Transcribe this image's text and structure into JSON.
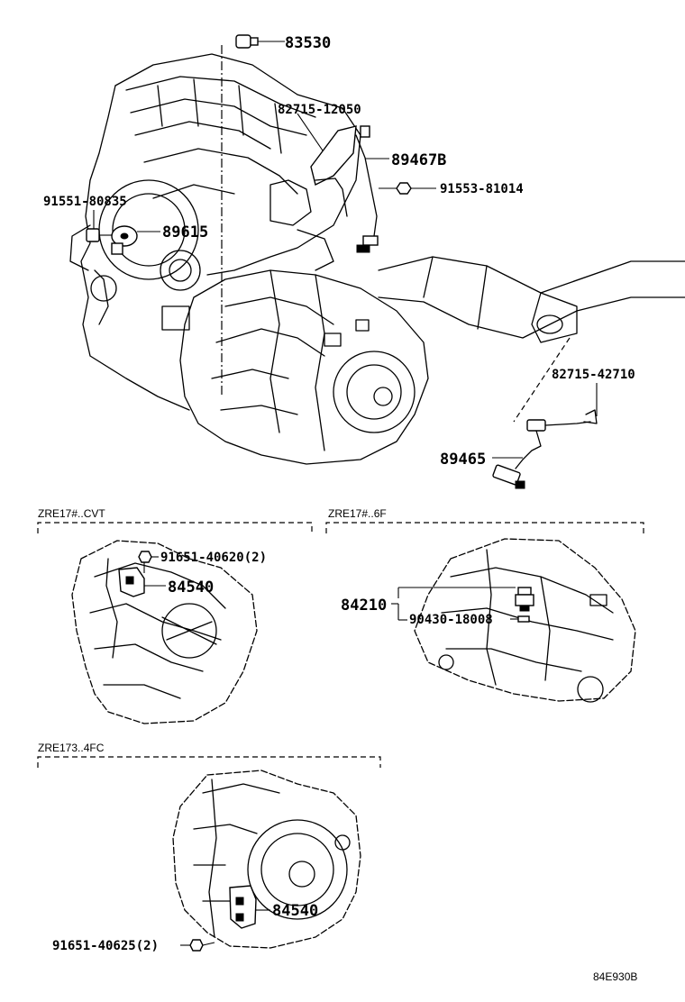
{
  "sections": {
    "cvt": "ZRE17#..CVT",
    "mt6": "ZRE17#..6F",
    "at4": "ZRE173..4FC"
  },
  "parts": {
    "p83530": "83530",
    "p82715_12050": "82715-12050",
    "p89467B": "89467B",
    "p91553_81014": "91553-81014",
    "p91551_80835": "91551-80835",
    "p89615": "89615",
    "p82715_42710": "82715-42710",
    "p89465": "89465",
    "p91651_40620": "91651-40620(2)",
    "p84540_cvt": "84540",
    "p84210": "84210",
    "p90430_18008": "90430-18008",
    "p84540_at": "84540",
    "p91651_40625": "91651-40625(2)"
  },
  "diagram_ref": "84E930B"
}
